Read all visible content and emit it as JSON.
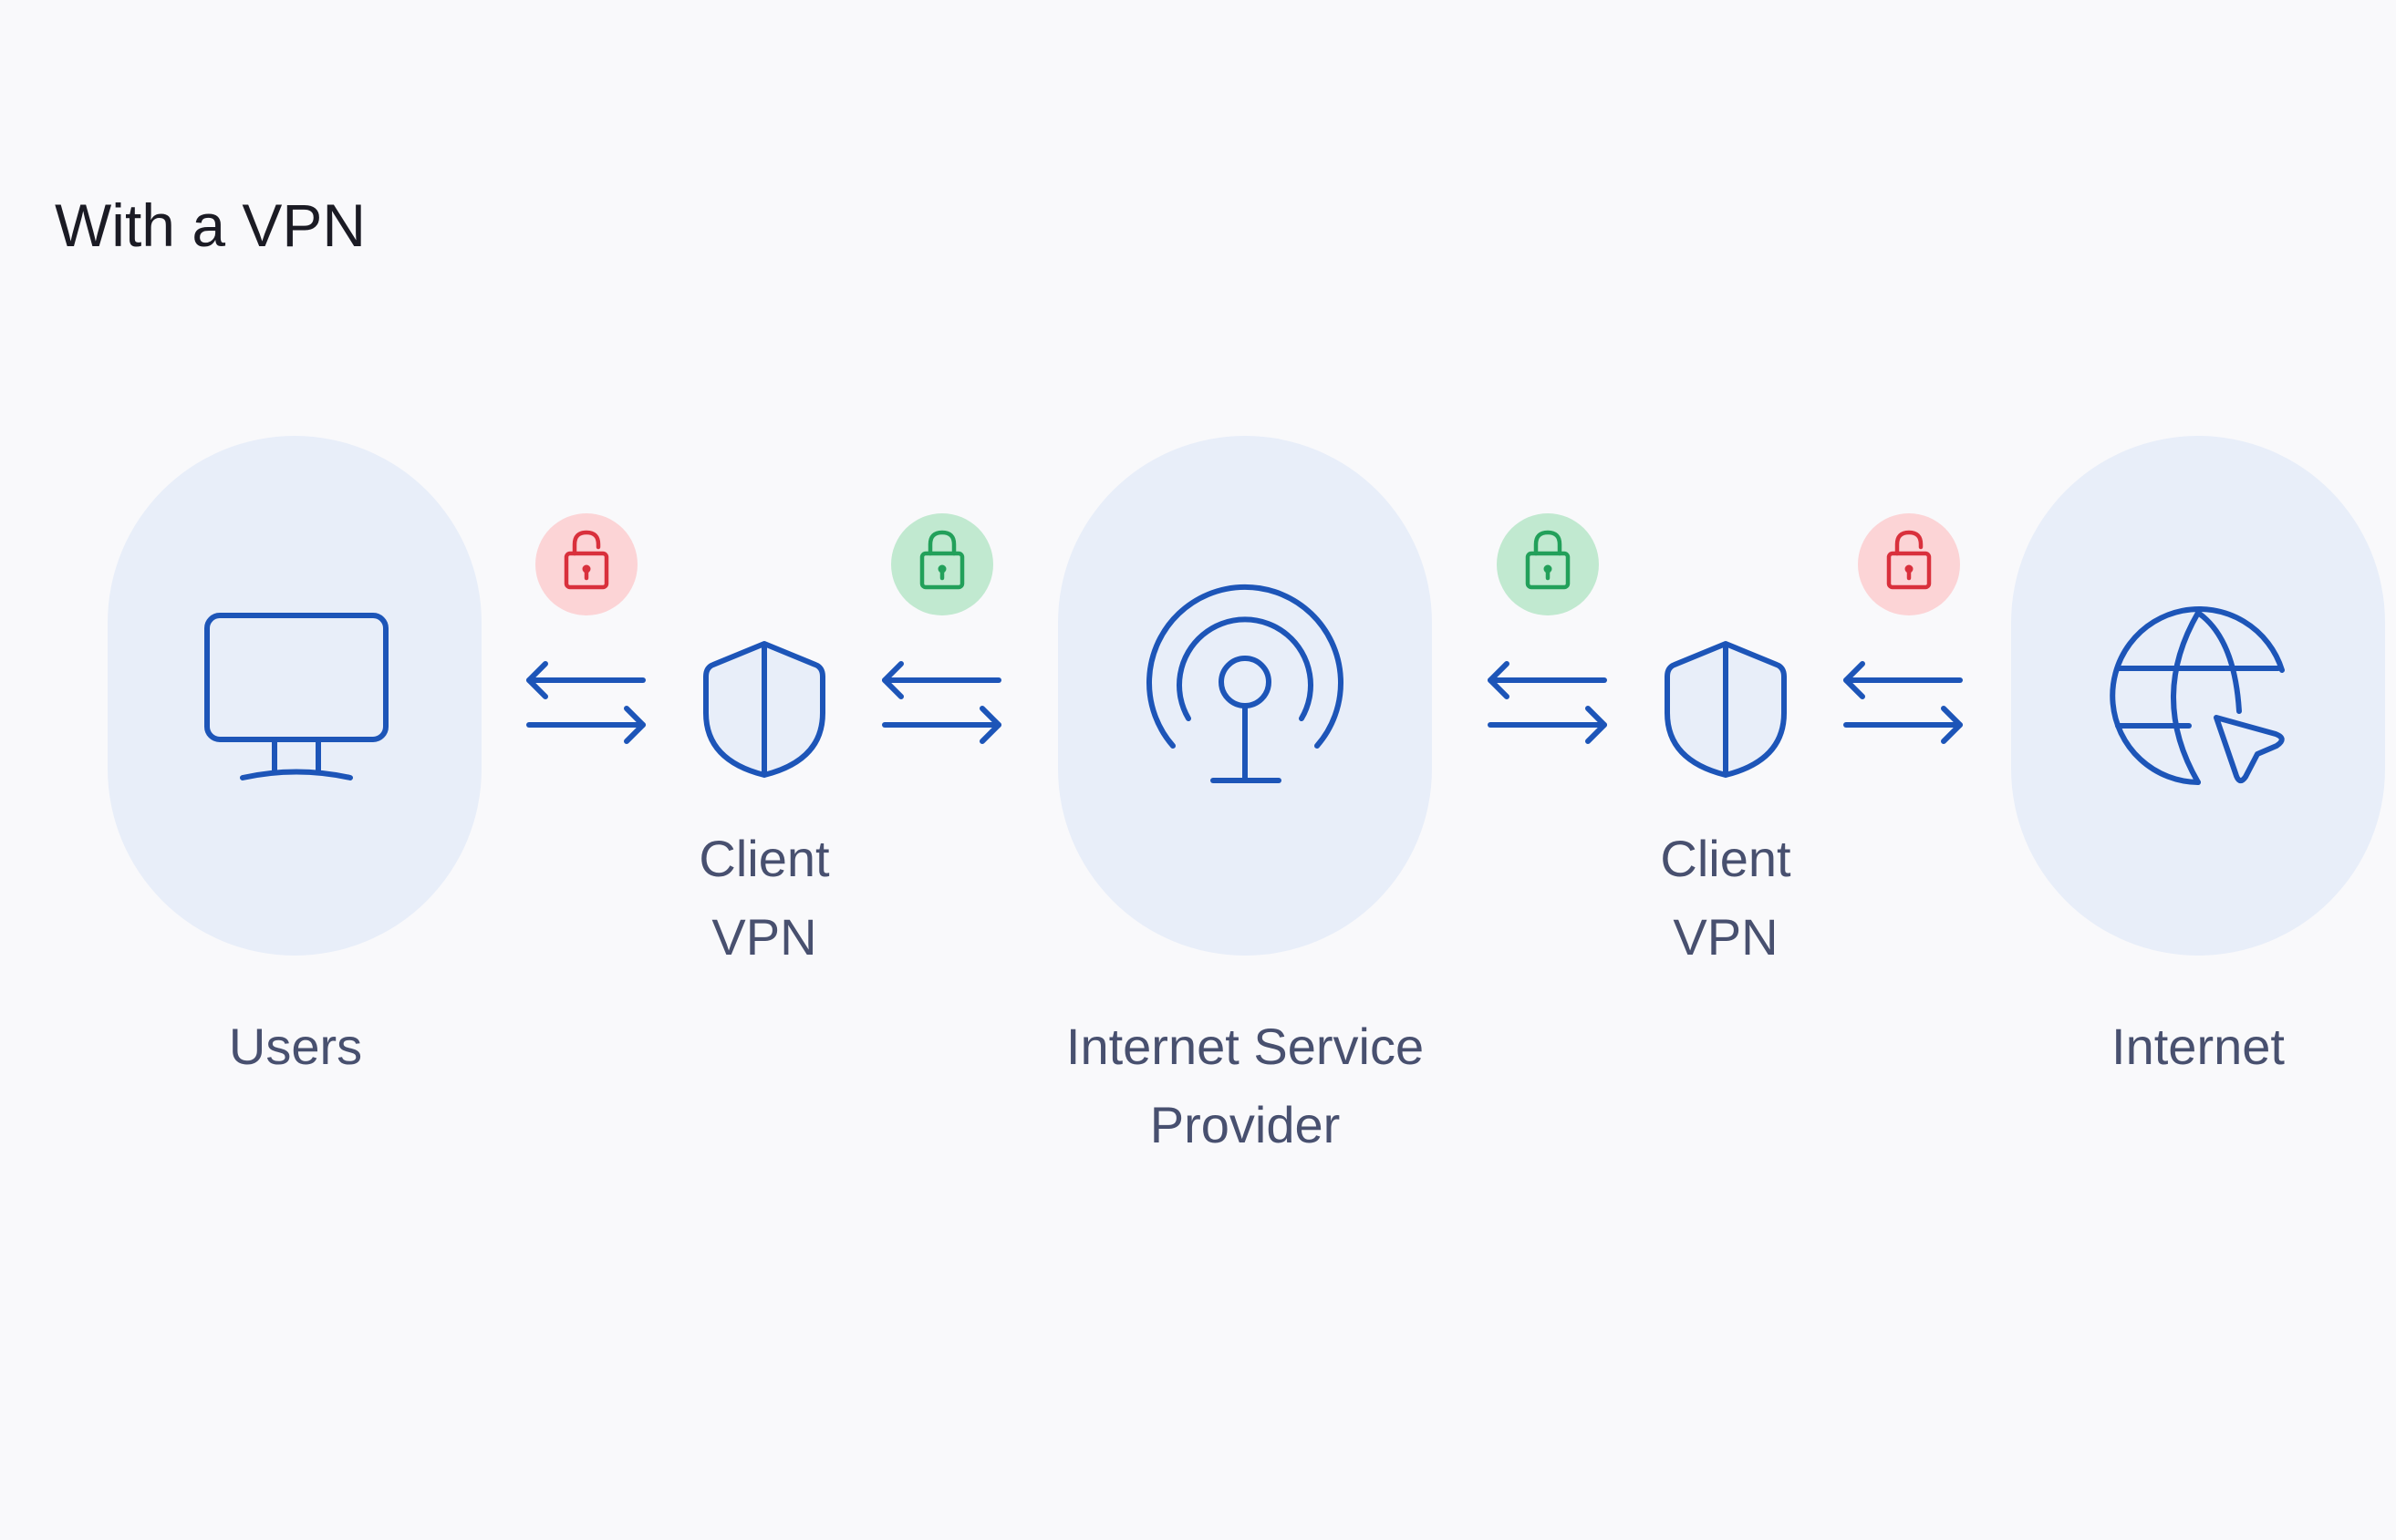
{
  "title": "With a VPN",
  "nodes": {
    "users": {
      "label": "Users",
      "icon": "monitor-icon"
    },
    "vpn_left": {
      "label_line1": "Client",
      "label_line2": "VPN",
      "icon": "shield-icon"
    },
    "isp": {
      "label_line1": "Internet Service",
      "label_line2": "Provider",
      "icon": "broadcast-antenna-icon"
    },
    "vpn_right": {
      "label_line1": "Client",
      "label_line2": "VPN",
      "icon": "shield-icon"
    },
    "internet": {
      "label": "Internet",
      "icon": "globe-cursor-icon"
    }
  },
  "links": [
    {
      "from": "Users",
      "to": "Client VPN",
      "lock": "unlocked",
      "lock_color": "#d9303c",
      "icon": "open-lock-icon"
    },
    {
      "from": "Client VPN",
      "to": "Internet Service Provider",
      "lock": "locked",
      "lock_color": "#22a05a",
      "icon": "closed-lock-icon"
    },
    {
      "from": "Internet Service Provider",
      "to": "Client VPN",
      "lock": "locked",
      "lock_color": "#22a05a",
      "icon": "closed-lock-icon"
    },
    {
      "from": "Client VPN",
      "to": "Internet",
      "lock": "unlocked",
      "lock_color": "#d9303c",
      "icon": "open-lock-icon"
    }
  ],
  "colors": {
    "background": "#f9f9fb",
    "pill": "#e8eef9",
    "icon_blue": "#1d55b8",
    "label": "#48506f",
    "title": "#1b1b24",
    "lock_red": "#d9303c",
    "lock_red_bg": "#fcd4d6",
    "lock_green": "#22a05a",
    "lock_green_bg": "#c1e9d0"
  }
}
